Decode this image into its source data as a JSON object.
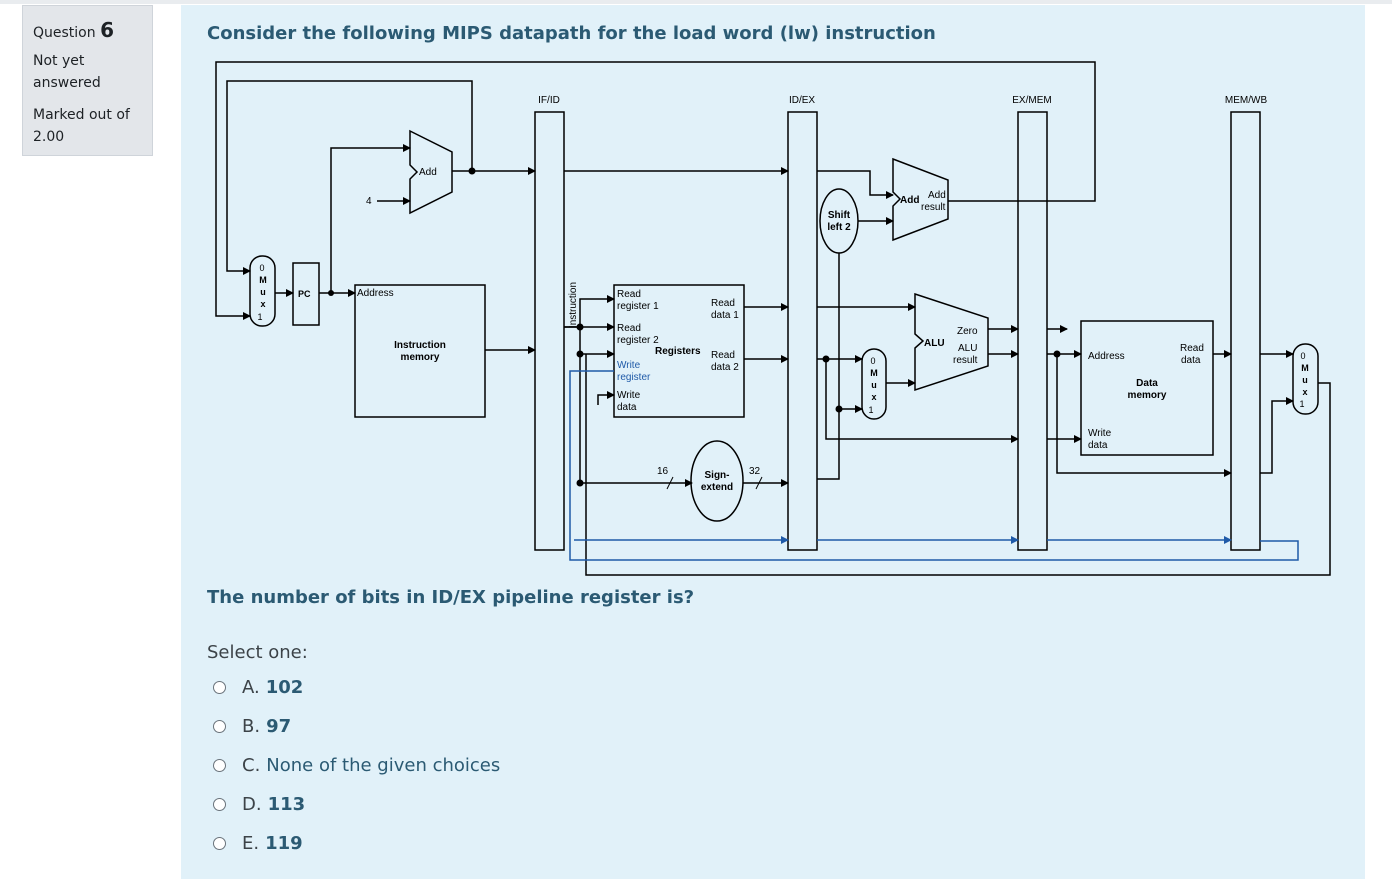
{
  "question": {
    "label": "Question",
    "number": "6",
    "state": "Not yet answered",
    "grade": "Marked out of 2.00"
  },
  "title": "Consider the following MIPS datapath for the load word (lw) instruction",
  "diagram": {
    "stage_regs": [
      "IF/ID",
      "ID/EX",
      "EX/MEM",
      "MEM/WB"
    ],
    "add_label": "Add",
    "add_result_add": "Add",
    "add_result_top": "Add",
    "add_result_bottom": "result",
    "four": "4",
    "pc": "PC",
    "address": "Address",
    "imem_1": "Instruction",
    "imem_2": "memory",
    "instruction": "Instruction",
    "read_reg1_a": "Read",
    "read_reg1_b": "register 1",
    "read_reg2_a": "Read",
    "read_reg2_b": "register 2",
    "write_reg_a": "Write",
    "write_reg_b": "register",
    "write_data_a": "Write",
    "write_data_b": "data",
    "registers": "Registers",
    "read_data1_a": "Read",
    "read_data1_b": "data 1",
    "read_data2_a": "Read",
    "read_data2_b": "data 2",
    "shift_a": "Shift",
    "shift_b": "left 2",
    "alu": "ALU",
    "zero": "Zero",
    "alu_result_a": "ALU",
    "alu_result_b": "result",
    "sign_a": "Sign-",
    "sign_b": "extend",
    "bits16": "16",
    "bits32": "32",
    "dmem_address": "Address",
    "dmem_read_a": "Read",
    "dmem_read_b": "data",
    "dmem_1": "Data",
    "dmem_2": "memory",
    "dmem_write_a": "Write",
    "dmem_write_b": "data",
    "mux_letters": [
      "0",
      "M",
      "u",
      "x",
      "1"
    ]
  },
  "question_text": "The number of bits in ID/EX pipeline register is?",
  "prompt": "Select one:",
  "options": [
    {
      "letter": "A.",
      "text": "102"
    },
    {
      "letter": "B.",
      "text": "97"
    },
    {
      "letter": "C.",
      "text": "None of the given choices"
    },
    {
      "letter": "D.",
      "text": "113"
    },
    {
      "letter": "E.",
      "text": "119"
    }
  ],
  "colors": {
    "accent": "#2b5a73",
    "panel": "#e1f1f9",
    "blue_wire": "#1f5aa8"
  }
}
